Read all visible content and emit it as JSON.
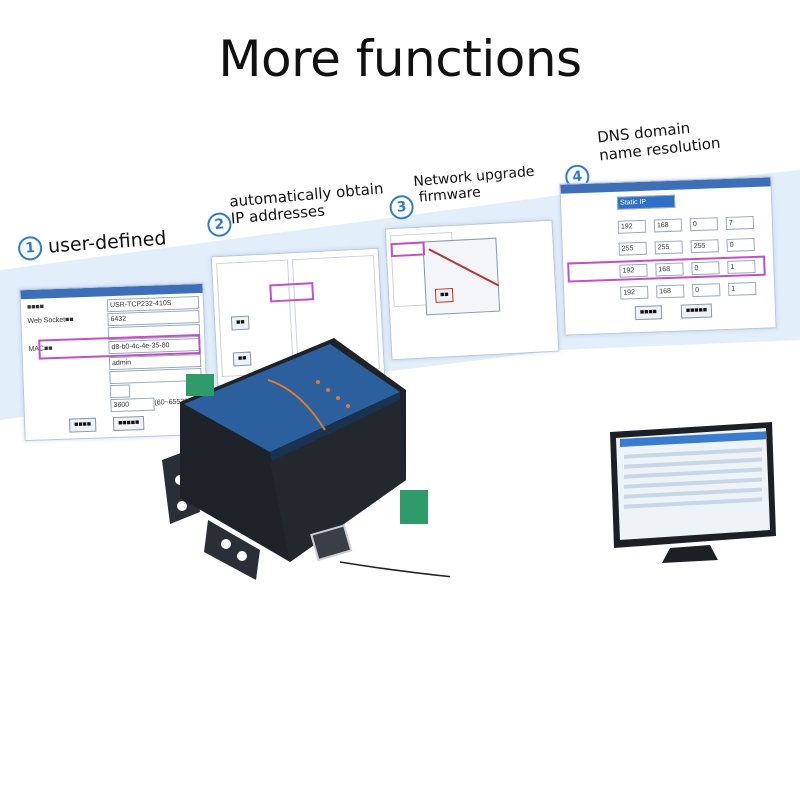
{
  "headline": "More functions",
  "features": [
    {
      "num": "1",
      "label": "user-defined"
    },
    {
      "num": "2",
      "label_line1": "automatically obtain",
      "label_line2": "IP addresses"
    },
    {
      "num": "3",
      "label_line1": "Network upgrade",
      "label_line2": "firmware"
    },
    {
      "num": "4",
      "label_line1": "DNS domain",
      "label_line2": "name resolution"
    }
  ],
  "panel1": {
    "model": "USR-TCP232-410S",
    "port": "6432",
    "mac": "d8-b0-4c-4e-35-80",
    "user": "admin",
    "timeout": "3600",
    "range": "(60~65535)"
  },
  "panel4": {
    "mode": "Static IP",
    "ip": [
      "192",
      "168",
      "0",
      "7"
    ],
    "mask": [
      "255",
      "255",
      "255",
      "0"
    ],
    "gateway": [
      "192",
      "168",
      "0",
      "1"
    ],
    "dns": [
      "192",
      "168",
      "0",
      "1"
    ]
  },
  "colors": {
    "accent": "#2e7bd0",
    "highlight": "#c24fc5",
    "device": "#2c5f9e"
  }
}
